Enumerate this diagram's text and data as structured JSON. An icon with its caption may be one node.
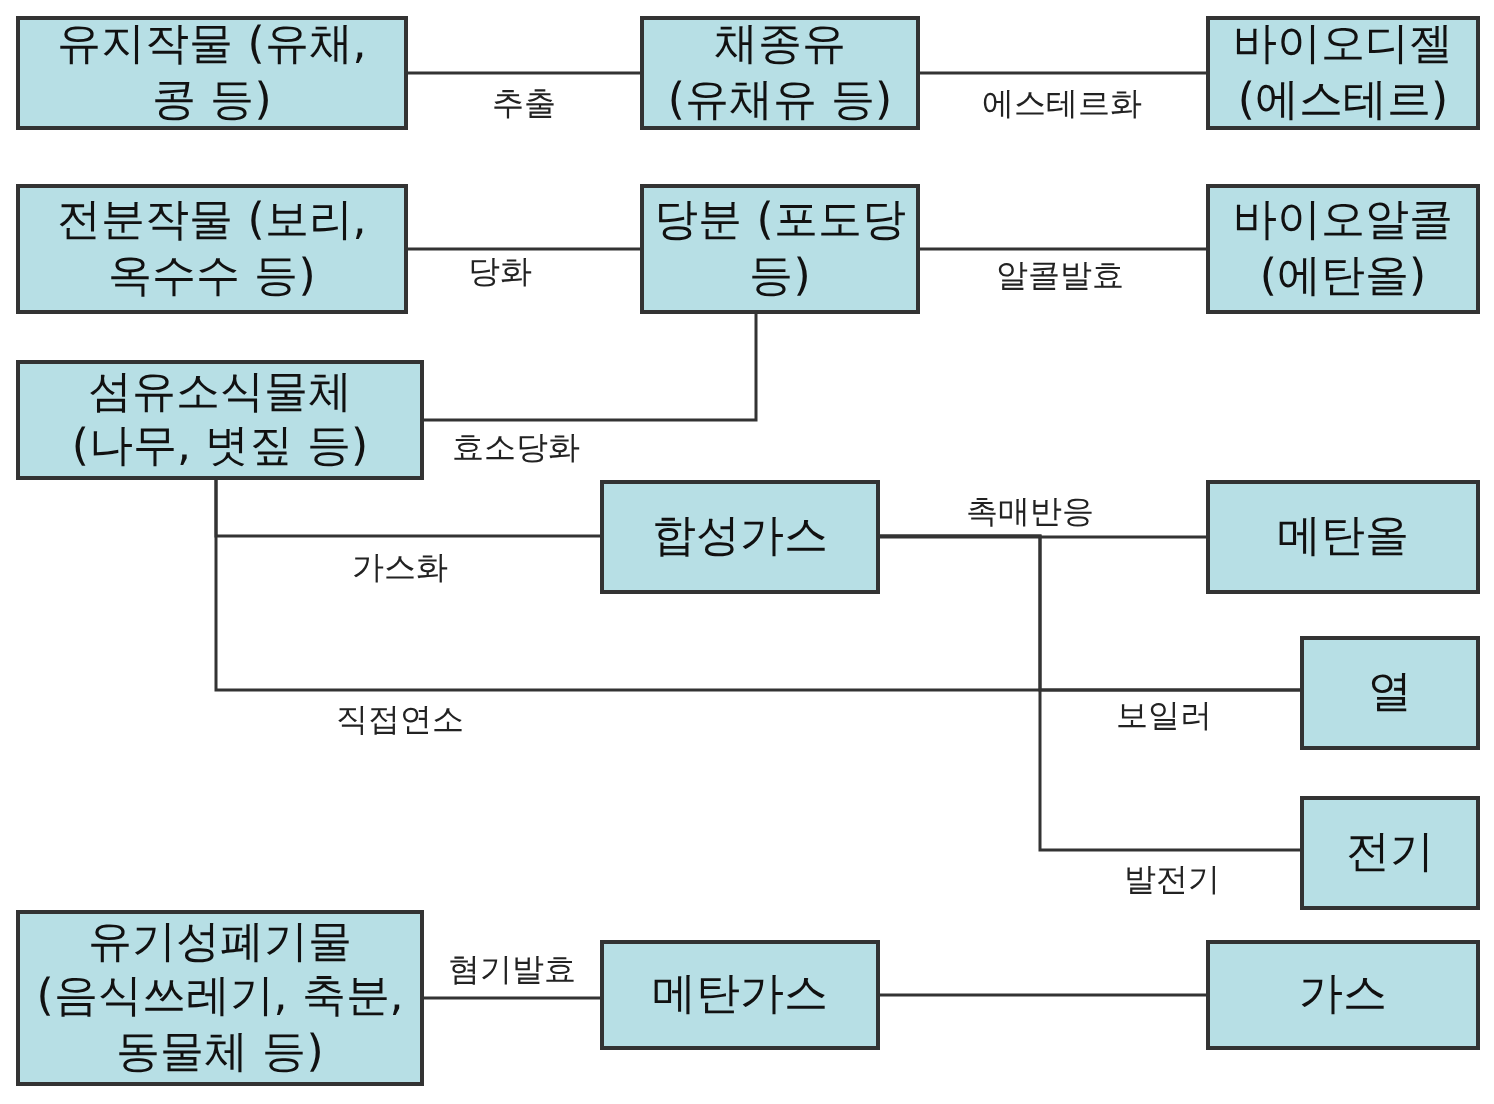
{
  "diagram": {
    "nodes": [
      {
        "text": [
          "유지작물 (유채, 콩 등)"
        ]
      },
      {
        "text": [
          "채종유 (유채유 등)"
        ]
      },
      {
        "text": [
          "바이오디젤 (에스테르)"
        ]
      },
      {
        "text": [
          "전분작물 (보리, 옥수수 등)"
        ]
      },
      {
        "text": [
          "당분 (포도당 등)"
        ]
      },
      {
        "text": [
          "바이오알콜 (에탄올)"
        ]
      },
      {
        "text": [
          "섬유소식물체 (나무, 볏짚 등)"
        ]
      },
      {
        "text": [
          "합성가스"
        ]
      },
      {
        "text": [
          "메탄올"
        ]
      },
      {
        "text": [
          "열"
        ]
      },
      {
        "text": [
          "전기"
        ]
      },
      {
        "text": [
          "유기성폐기물 (음식쓰레기, 축분, 동물체 등)"
        ]
      },
      {
        "text": [
          "메탄가스"
        ]
      },
      {
        "text": [
          "가스"
        ]
      }
    ],
    "edges": [
      {
        "from": 0,
        "to": 1,
        "arrow": "none",
        "label": "추출"
      },
      {
        "from": 1,
        "to": 2,
        "arrow": "none",
        "label": "에스테르화"
      },
      {
        "from": 3,
        "to": 4,
        "arrow": "none",
        "label": "당화"
      },
      {
        "from": 4,
        "to": 5,
        "arrow": "none",
        "label": "알콜발효"
      },
      {
        "from": 4,
        "to": 6,
        "arrow": "none",
        "label": "효소당화"
      },
      {
        "from": 6,
        "to": 7,
        "arrow": "none",
        "label": "가스화"
      },
      {
        "from": 6,
        "to": 9,
        "arrow": "none",
        "label": "직접연소"
      },
      {
        "from": 7,
        "to": 8,
        "arrow": "none",
        "label": "촉매반응"
      },
      {
        "from": 7,
        "to": 9,
        "arrow": "none",
        "label": "보일러"
      },
      {
        "from": 7,
        "to": 10,
        "arrow": "none",
        "label": "발전기"
      },
      {
        "from": 11,
        "to": 12,
        "arrow": "none",
        "label": "혐기발효"
      },
      {
        "from": 12,
        "to": 13,
        "arrow": "none"
      }
    ]
  }
}
